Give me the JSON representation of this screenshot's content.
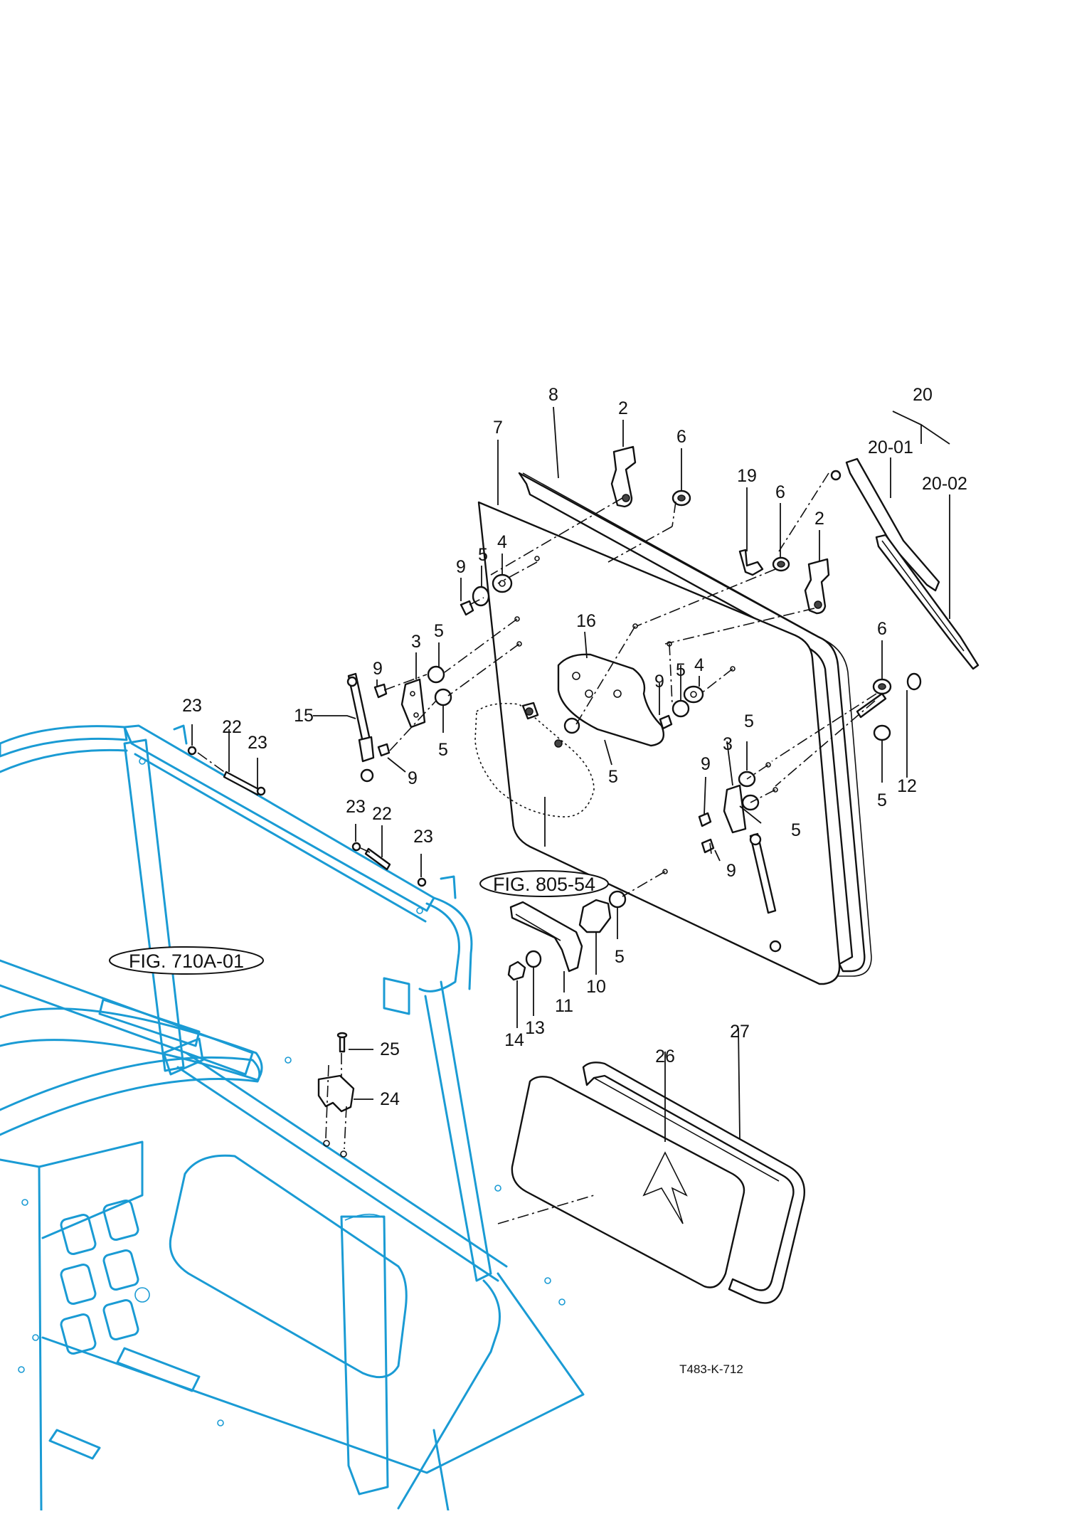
{
  "callouts": {
    "c2a": "2",
    "c2b": "2",
    "c3a": "3",
    "c3b": "3",
    "c4a": "4",
    "c4b": "4",
    "c5a": "5",
    "c5b": "5",
    "c5c": "5",
    "c5d": "5",
    "c5e": "5",
    "c5f": "5",
    "c5g": "5",
    "c5h": "5",
    "c5i": "5",
    "c6a": "6",
    "c6b": "6",
    "c6c": "6",
    "c7": "7",
    "c8": "8",
    "c9a": "9",
    "c9b": "9",
    "c9c": "9",
    "c9d": "9",
    "c9e": "9",
    "c9f": "9",
    "c10": "10",
    "c11": "11",
    "c12": "12",
    "c13": "13",
    "c14": "14",
    "c15": "15",
    "c16": "16",
    "c19": "19",
    "c20": "20",
    "c20_01": "20-01",
    "c20_02": "20-02",
    "c22a": "22",
    "c22b": "22",
    "c23a": "23",
    "c23b": "23",
    "c23c": "23",
    "c23d": "23",
    "c24": "24",
    "c25": "25",
    "c26": "26",
    "c27": "27"
  },
  "figure_refs": {
    "fig_805": "FIG. 805-54",
    "fig_710": "FIG. 710A-01"
  },
  "drawing_number": "T483-K-712",
  "colors": {
    "frame": "#1a9bd4",
    "parts": "#111111",
    "background": "#ffffff"
  }
}
